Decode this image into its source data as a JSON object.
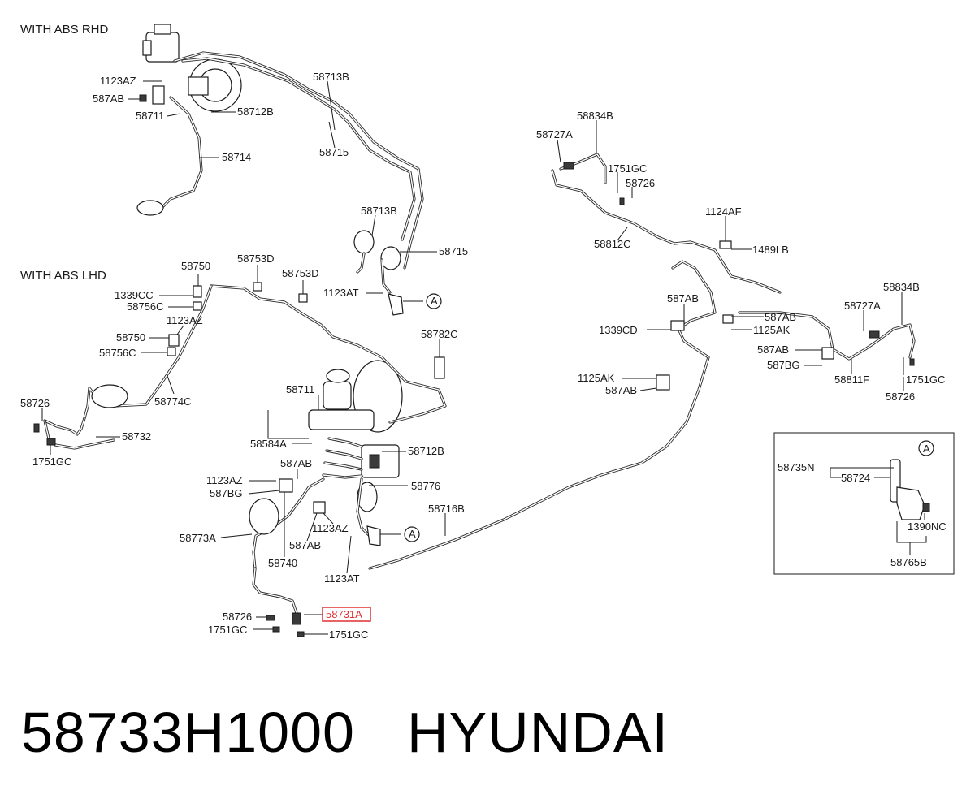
{
  "sections": {
    "rhd": "WITH ABS  RHD",
    "lhd": "WITH ABS  LHD"
  },
  "callouts": {
    "rhd": [
      "1123AZ",
      "587AB",
      "58711",
      "58713B",
      "58712B",
      "58715",
      "58714",
      "58713B",
      "58715",
      "1123AT",
      "A"
    ],
    "rear": [
      "58834B",
      "58727A",
      "1751GC",
      "58726",
      "58812C",
      "1124AF",
      "1489LB",
      "587AB",
      "587AB",
      "1339CD",
      "1125AK",
      "58834B",
      "58727A",
      "587AB",
      "587BG",
      "58811F",
      "1751GC",
      "58726",
      "1125AK",
      "587AB"
    ],
    "lhd": [
      "58750",
      "58753D",
      "58753D",
      "1339CC",
      "58756C",
      "1123AZ",
      "58750",
      "58756C",
      "58774C",
      "58782C",
      "58711",
      "58726",
      "58732",
      "1751GC",
      "58584A",
      "58712B",
      "587AB",
      "1123AZ",
      "587BG",
      "58776",
      "58716B",
      "1123AZ",
      "A",
      "58773A",
      "587AB",
      "58740",
      "1123AT",
      "58726",
      "58731A",
      "1751GC",
      "1751GC"
    ],
    "inset": [
      "A",
      "58735N",
      "58724",
      "1390NC",
      "58765B"
    ]
  },
  "highlighted_callout": "58731A",
  "caption": {
    "part_number": "58733H1000",
    "brand": "HYUNDAI"
  },
  "colors": {
    "line": "#2a2a2a",
    "highlight": "#e03030",
    "text": "#1a1a1a",
    "caption": "#000000"
  }
}
